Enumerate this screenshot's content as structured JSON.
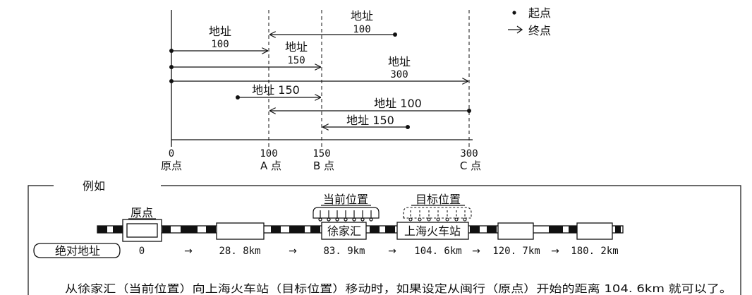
{
  "legend": {
    "start_label": "起点",
    "end_label": "终点"
  },
  "axis": {
    "ticks": [
      {
        "value": "0",
        "name": "原点"
      },
      {
        "value": "100",
        "name": "A 点"
      },
      {
        "value": "150",
        "name": "B 点"
      },
      {
        "value": "300",
        "name": "C 点"
      }
    ]
  },
  "moves": [
    {
      "label": "地址",
      "value": "100"
    },
    {
      "label": "地址",
      "value": "100"
    },
    {
      "label": "地址",
      "value": "150"
    },
    {
      "label": "地址",
      "value": "300"
    },
    {
      "label": "地址 150"
    },
    {
      "label": "地址 100"
    },
    {
      "label": "地址 150"
    }
  ],
  "example": {
    "title": "例如",
    "origin_label": "原点",
    "current_label": "当前位置",
    "target_label": "目标位置",
    "current_station": "徐家汇",
    "target_station": "上海火车站",
    "abs_address_label": "绝对地址",
    "arrow": "→",
    "distances": [
      "0",
      "28. 8km",
      "83. 9km",
      "104. 6km",
      "120. 7km",
      "180. 2km"
    ],
    "caption": "从徐家汇（当前位置）向上海火车站（目标位置）移动时，如果设定从闽行（原点）开始的距离 104. 6km 就可以了。"
  }
}
